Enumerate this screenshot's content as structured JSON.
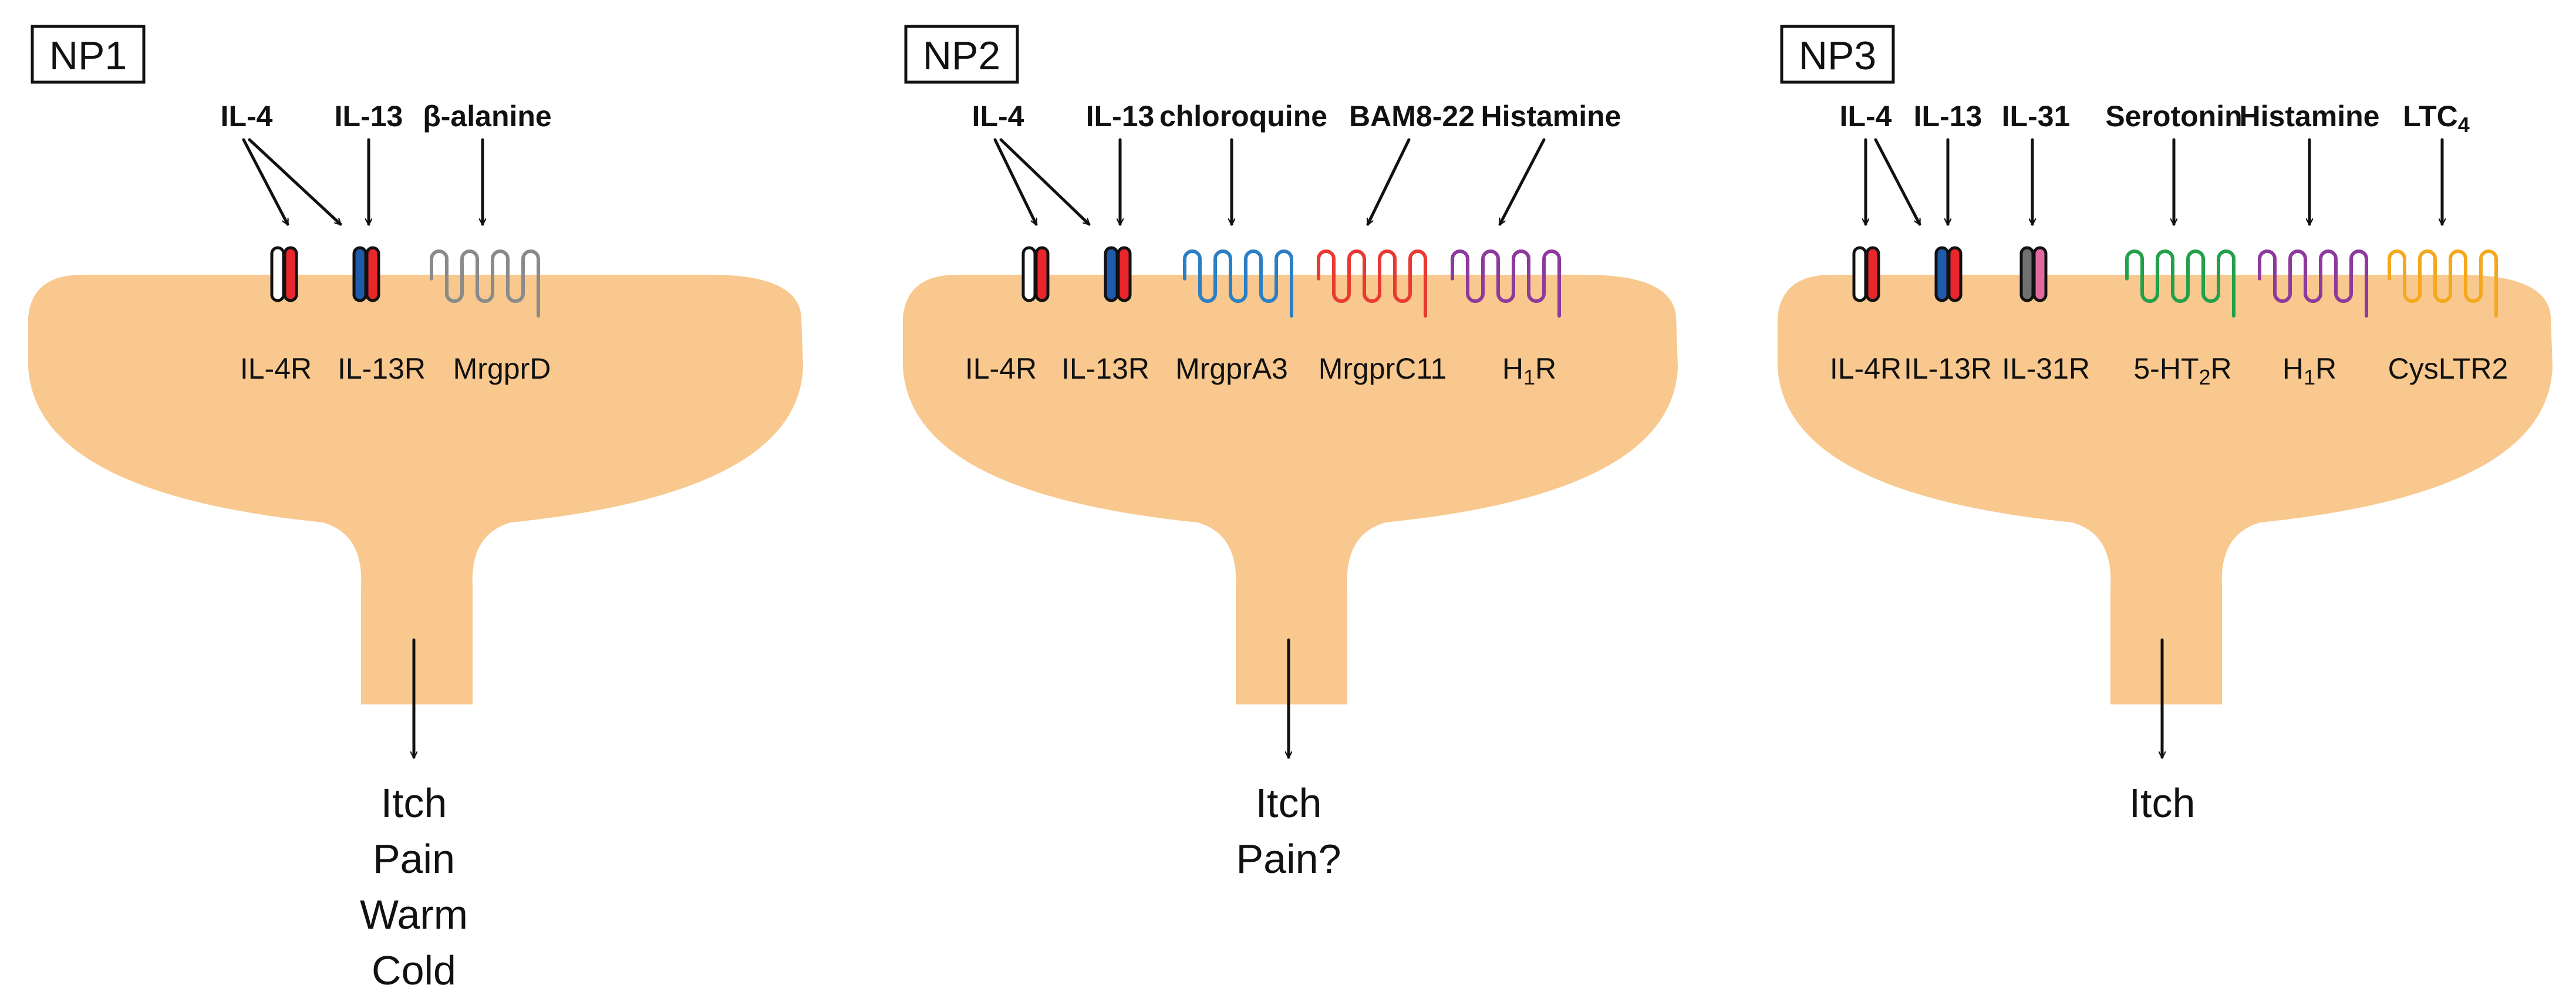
{
  "colors": {
    "neuron": "#f8c88e",
    "il4r": "#e8262c",
    "il13r": "#1f5bab",
    "il31r": "#e06aa0",
    "mrgprd": "#8a8a8a",
    "mrgpra3": "#2b7fc4",
    "mrgprc11": "#e83a33",
    "h1r": "#8e3a9c",
    "ht2r": "#22a04a",
    "cysltr2": "#f4a81d",
    "ink": "#111111"
  },
  "panels": [
    {
      "id": "np1",
      "title": "NP1",
      "ligands": [
        "IL-4",
        "IL-13",
        "β-alanine"
      ],
      "receptors": [
        {
          "label": "IL-4R",
          "kind": "channel",
          "color_key": "il4r"
        },
        {
          "label": "IL-13R",
          "kind": "channel",
          "color_key": "il13r"
        },
        {
          "label": "MrgprD",
          "kind": "gpcr",
          "color_key": "mrgprd"
        }
      ],
      "outcomes": [
        "Itch",
        "Pain",
        "Warm",
        "Cold"
      ]
    },
    {
      "id": "np2",
      "title": "NP2",
      "ligands": [
        "IL-4",
        "IL-13",
        "chloroquine",
        "BAM8-22",
        "Histamine"
      ],
      "receptors": [
        {
          "label": "IL-4R",
          "kind": "channel",
          "color_key": "il4r"
        },
        {
          "label": "IL-13R",
          "kind": "channel",
          "color_key": "il13r"
        },
        {
          "label": "MrgprA3",
          "kind": "gpcr",
          "color_key": "mrgpra3"
        },
        {
          "label": "MrgprC11",
          "kind": "gpcr",
          "color_key": "mrgprc11"
        },
        {
          "label": "H",
          "sub": "1",
          "suffix": "R",
          "kind": "gpcr",
          "color_key": "h1r"
        }
      ],
      "outcomes": [
        "Itch",
        "Pain?"
      ]
    },
    {
      "id": "np3",
      "title": "NP3",
      "ligands": [
        "IL-4",
        "IL-13",
        "IL-31",
        "Serotonin",
        "Histamine",
        "LTC",
        "4"
      ],
      "receptors": [
        {
          "label": "IL-4R",
          "kind": "channel",
          "color_key": "il4r"
        },
        {
          "label": "IL-13R",
          "kind": "channel",
          "color_key": "il13r"
        },
        {
          "label": "IL-31R",
          "kind": "channel",
          "color_key": "il31r"
        },
        {
          "label": "5-HT",
          "sub": "2",
          "suffix": "R",
          "kind": "gpcr",
          "color_key": "ht2r"
        },
        {
          "label": "H",
          "sub": "1",
          "suffix": "R",
          "kind": "gpcr",
          "color_key": "h1r"
        },
        {
          "label": "CysLTR2",
          "kind": "gpcr",
          "color_key": "cysltr2"
        }
      ],
      "outcomes": [
        "Itch"
      ]
    }
  ]
}
